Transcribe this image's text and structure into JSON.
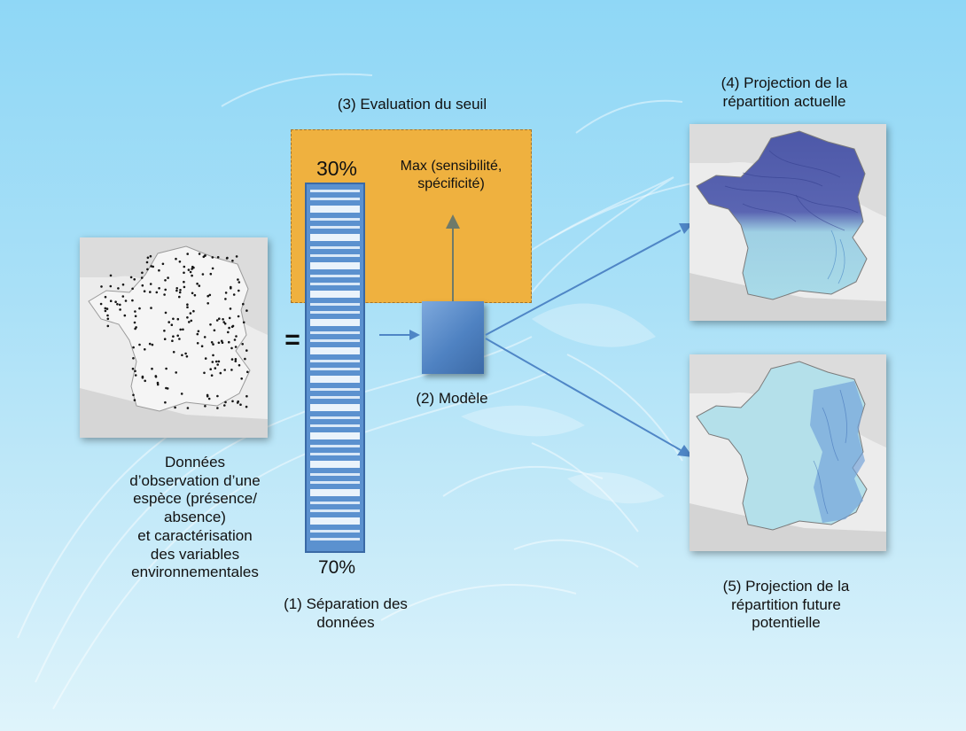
{
  "colors": {
    "background_top": "#8fd7f6",
    "background_bottom": "#dff4fb",
    "evaluation_box": "#efb13f",
    "data_column": "#5b91cf",
    "model_box": "#4f82c2",
    "arrow": "#4f86c6",
    "arrow_up": "#6f7a69"
  },
  "icons": {
    "observation_map": "france-occurrence-points-map",
    "current_map": "france-current-distribution-map",
    "future_map": "france-future-distribution-map"
  },
  "labels": {
    "observation": [
      "Données",
      "d’observation d’une",
      "espèce (présence/",
      "absence)",
      "et caractérisation",
      "des variables",
      "environnementales"
    ],
    "equals": "=",
    "top_percent": "30%",
    "bottom_percent": "70%",
    "step1": [
      "(1) Séparation des",
      "données"
    ],
    "step2": "(2) Modèle",
    "step3": "(3) Evaluation du seuil",
    "max": [
      "Max (sensibilité,",
      "spécificité)"
    ],
    "step4": [
      "(4)  Projection de la",
      "répartition actuelle"
    ],
    "step5": [
      "(5)  Projection de la",
      "répartition future",
      "potentielle"
    ]
  }
}
